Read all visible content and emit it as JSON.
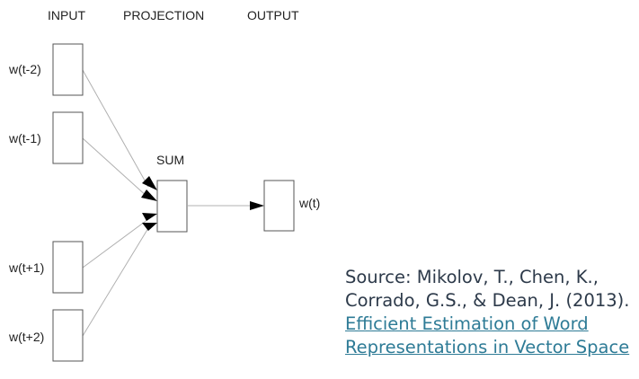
{
  "headers": {
    "input": "INPUT",
    "projection": "PROJECTION",
    "output": "OUTPUT"
  },
  "inputs": [
    {
      "label": "w(t-2)"
    },
    {
      "label": "w(t-1)"
    },
    {
      "label": "w(t+1)"
    },
    {
      "label": "w(t+2)"
    }
  ],
  "projection": {
    "label": "SUM"
  },
  "output": {
    "label": "w(t)"
  },
  "citation": {
    "line1": "Source: Mikolov, T., Chen, K.,",
    "line2": "Corrado, G.S., & Dean, J. (2013).",
    "link_line1": "Efficient Estimation of Word",
    "link_line2": "Representations in Vector Space",
    "link_color": "#2e7b96"
  }
}
